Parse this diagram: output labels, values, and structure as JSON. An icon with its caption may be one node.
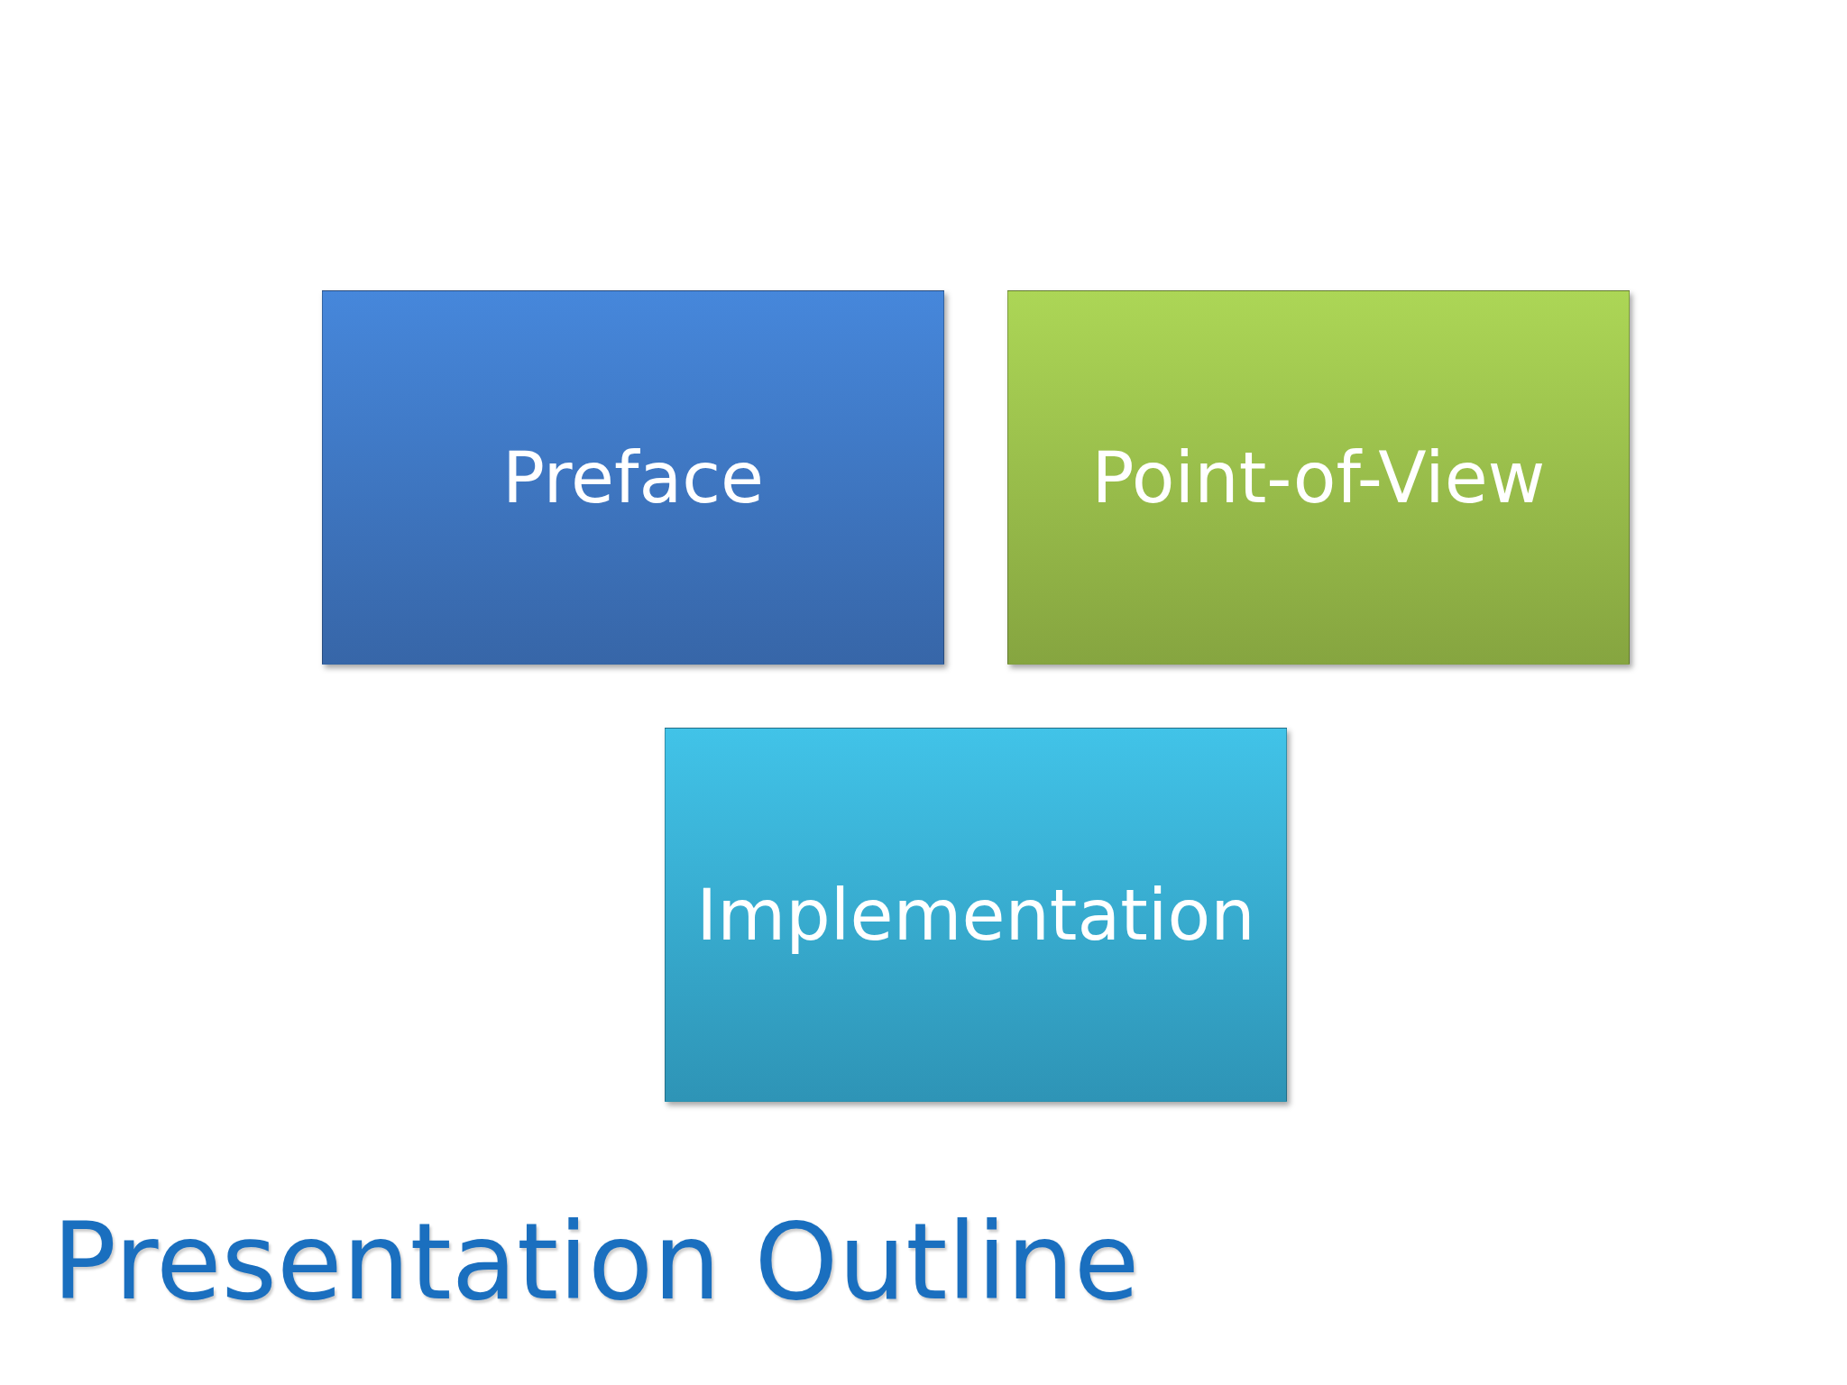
{
  "diagram": {
    "title": "Presentation Outline",
    "nodes": [
      {
        "text": [
          "Preface"
        ]
      },
      {
        "text": [
          "Point-of-View"
        ]
      },
      {
        "text": [
          "Implementation"
        ]
      }
    ]
  }
}
